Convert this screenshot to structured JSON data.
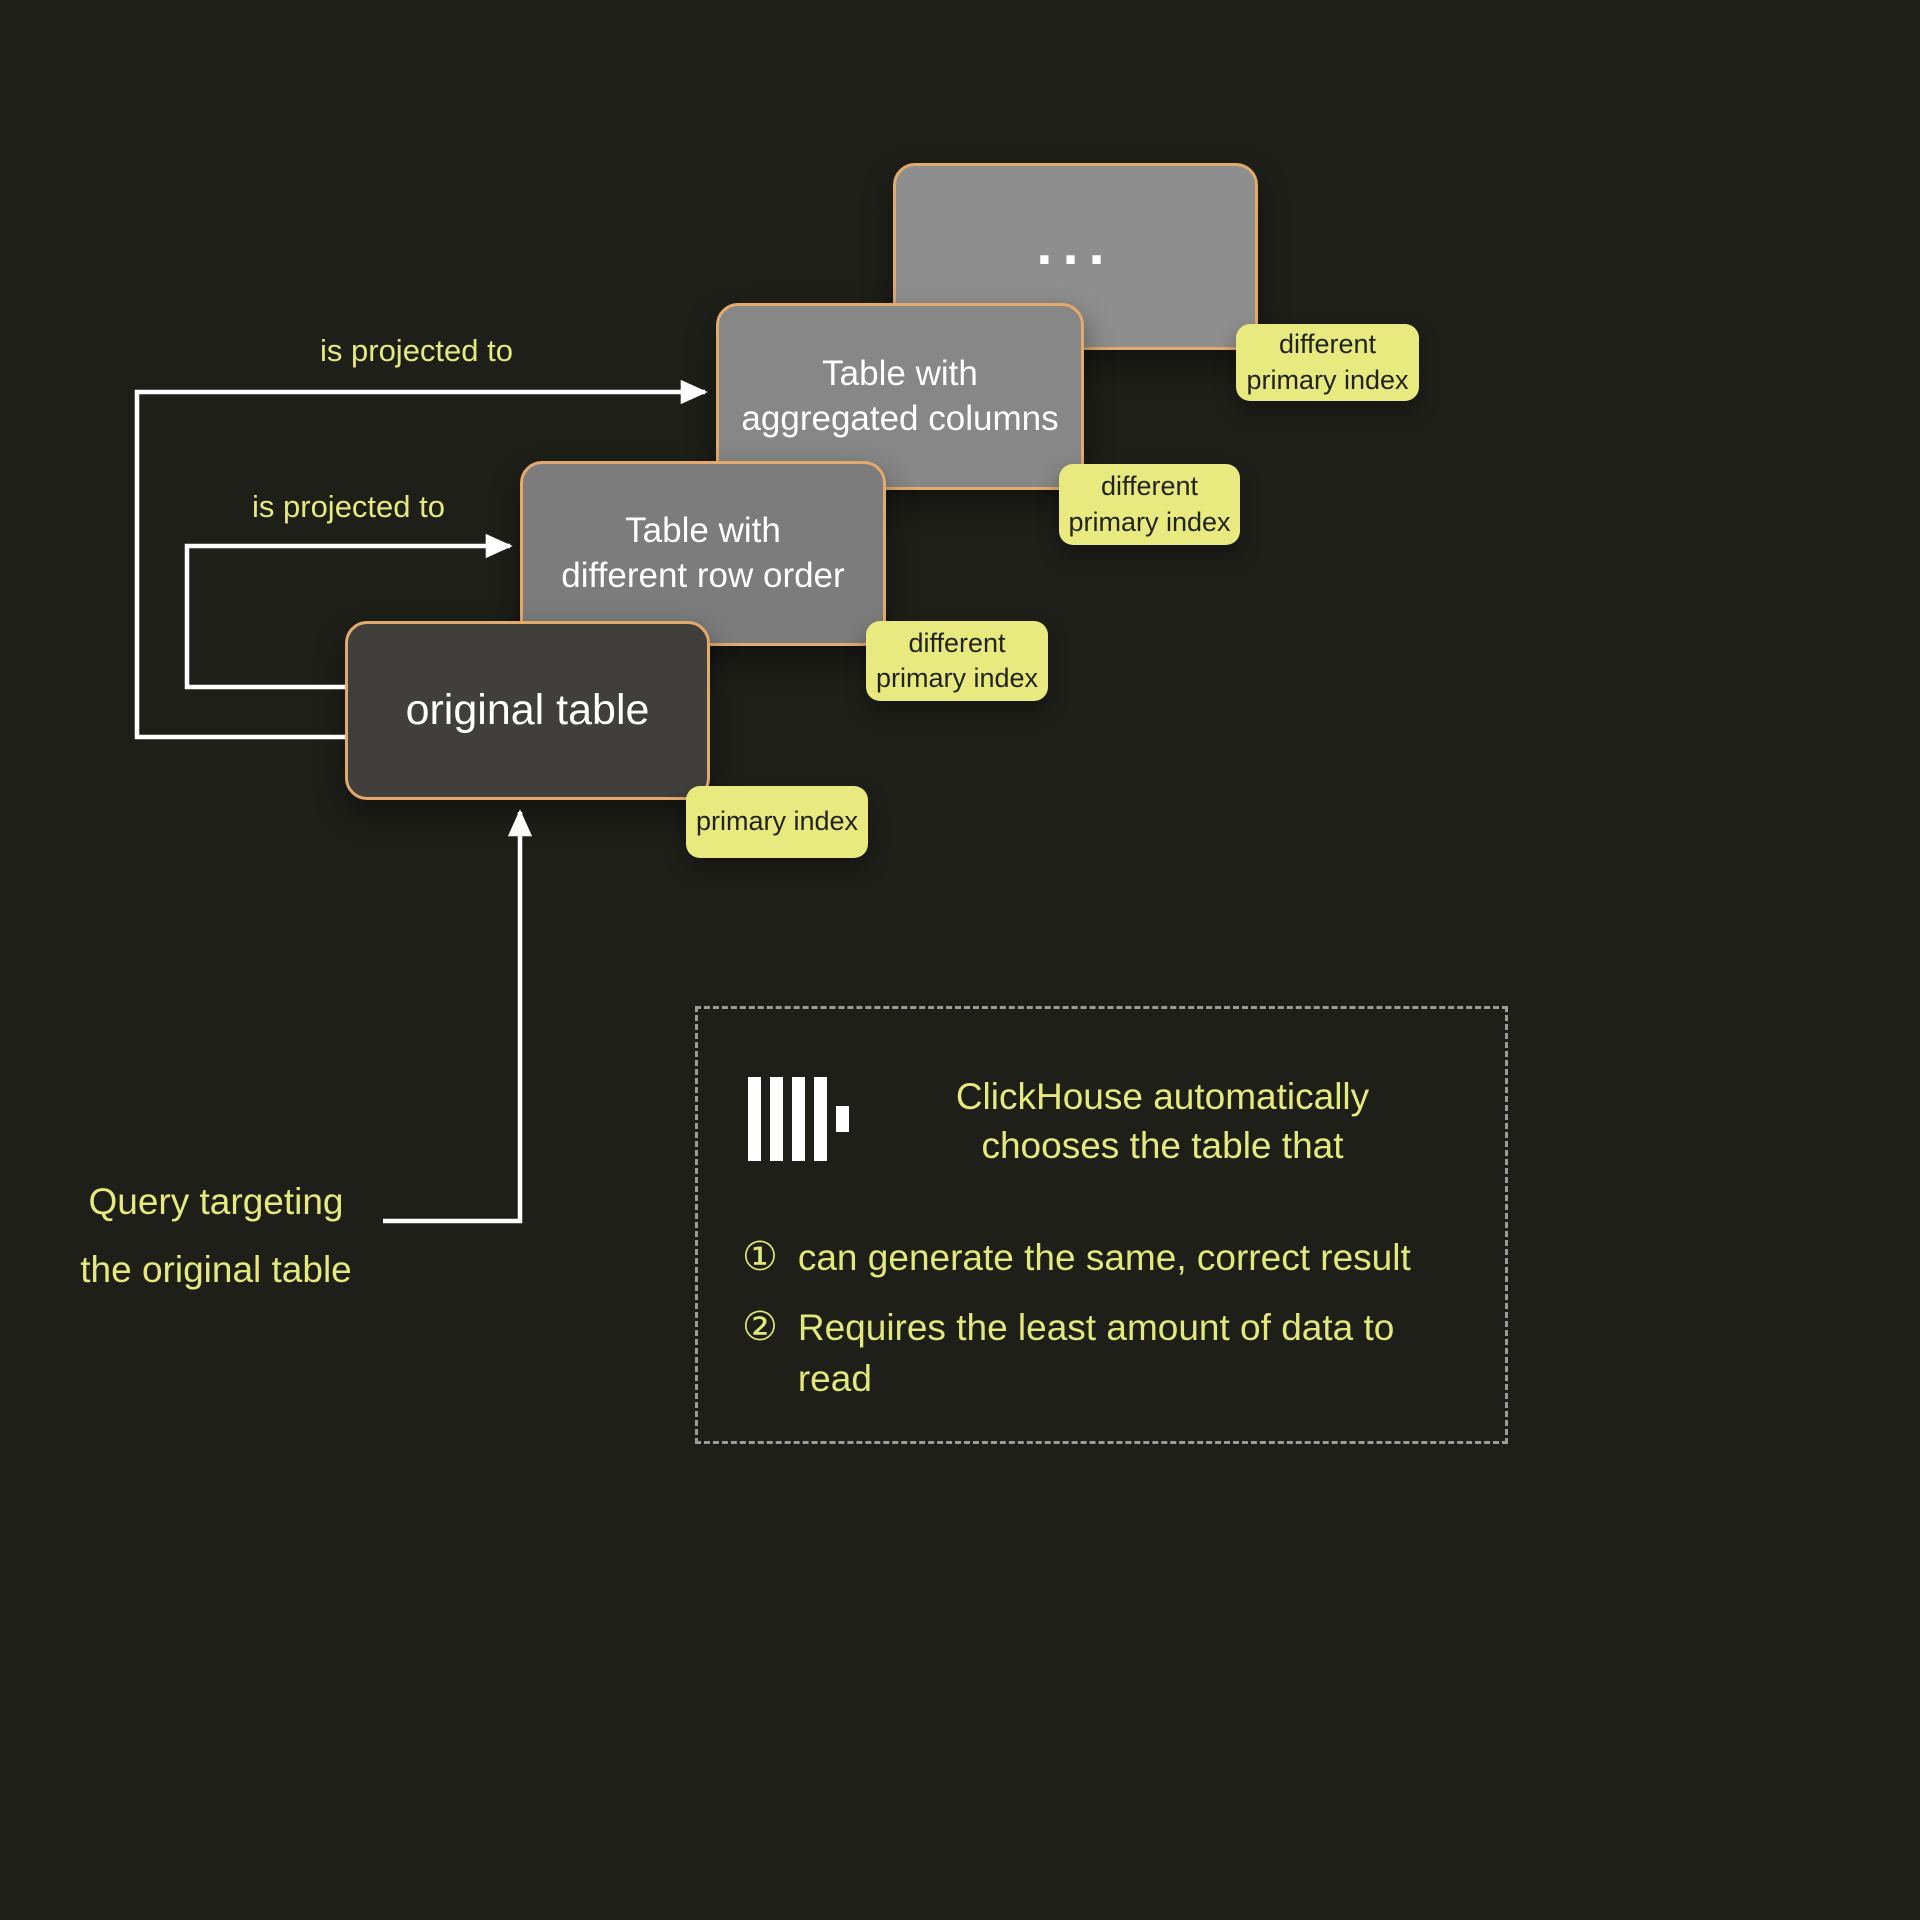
{
  "cards": {
    "ellipsis": {
      "label": "...",
      "badge": "different\nprimary index"
    },
    "aggregated": {
      "label": "Table with\naggregated columns",
      "badge": "different\nprimary index"
    },
    "row_order": {
      "label": "Table with\ndifferent row order",
      "badge": "different\nprimary index"
    },
    "original": {
      "label": "original table",
      "badge": "primary index"
    }
  },
  "arrows": {
    "projected_top_label": "is projected to",
    "projected_bottom_label": "is projected to"
  },
  "query_label": "Query targeting\nthe original table",
  "info_box": {
    "title": "ClickHouse automatically\nchooses the table that",
    "items": [
      {
        "marker": "①",
        "text": "can generate the same, correct result"
      },
      {
        "marker": "②",
        "text": "Requires the least amount of data to read"
      }
    ],
    "logo_icon": "clickhouse-logo"
  },
  "colors": {
    "background": "#1f1f1a",
    "accent_yellow": "#e6e97e",
    "badge_yellow": "#e8ea80",
    "card_border_orange": "#e3aa6e",
    "card_gray": "#878787",
    "original_card_gray": "#403f3b",
    "arrow_white": "#ffffff"
  }
}
